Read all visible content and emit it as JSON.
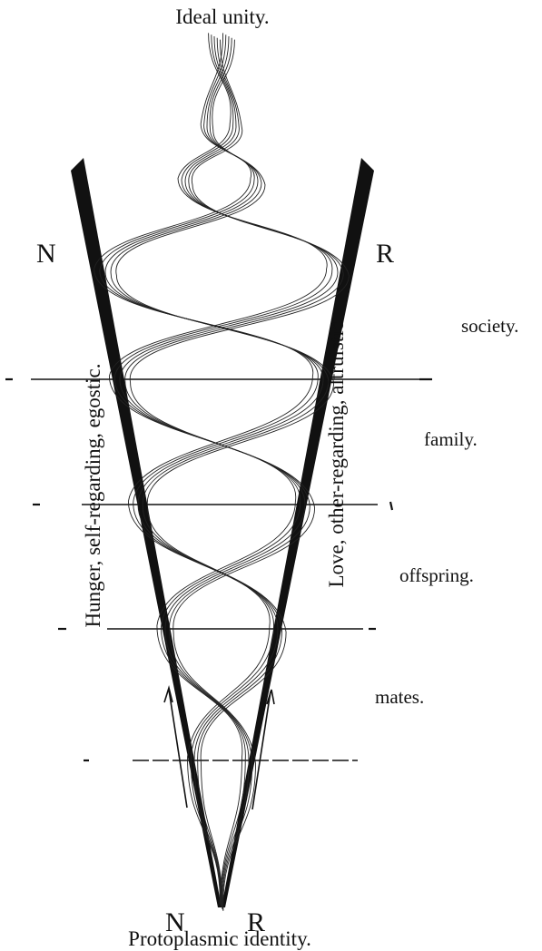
{
  "diagram": {
    "top_label": "Ideal unity.",
    "bottom_label": "Protoplasmic identity.",
    "top_left_letter": "N",
    "top_right_letter": "R",
    "bottom_left_letter": "N",
    "bottom_right_letter": "R",
    "left_side_label": "Hunger, self-regarding, egostic.",
    "right_side_label": "Love, other-regarding, altruistic.",
    "stages": [
      {
        "label": "society."
      },
      {
        "label": "family."
      },
      {
        "label": "offspring."
      },
      {
        "label": "mates."
      }
    ]
  }
}
